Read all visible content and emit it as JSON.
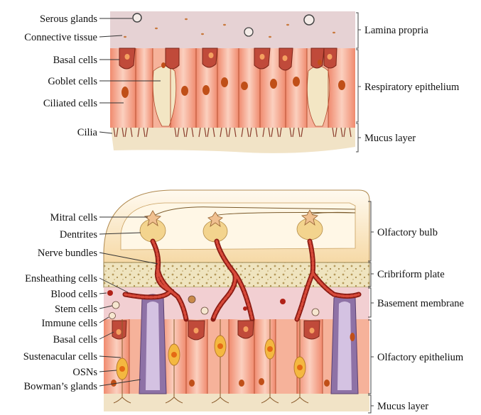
{
  "top_diagram": {
    "left_labels": [
      "Serous glands",
      "Connective tissue",
      "Basal cells",
      "Goblet cells",
      "Ciliated cells",
      "Cilia"
    ],
    "right_labels": [
      "Lamina propria",
      "Respiratory epithelium",
      "Mucus layer"
    ]
  },
  "bottom_diagram": {
    "left_labels": [
      "Mitral cells",
      "Dentrites",
      "Nerve bundles",
      "Ensheathing cells",
      "Blood cells",
      "Stem cells",
      "Immune cells",
      "Basal cells",
      "Sustenacular cells",
      "OSNs",
      "Bowman’s glands"
    ],
    "right_labels": [
      "Olfactory bulb",
      "Cribriform plate",
      "Basement membrane",
      "Olfactory epithelium",
      "Mucus layer"
    ]
  },
  "colors": {
    "lamina_propria": "#e6d2d4",
    "mucus": "#f1e3c6",
    "cell_fill": "#f6b29a",
    "nucleus": "#c44a1c",
    "goblet": "#f3e6c4",
    "olfactory_bulb": "#fbecd0",
    "nerve": "#9b2118",
    "bone": "#efe6c4",
    "basement": "#f2cfd2",
    "gland": "#8e72a6"
  }
}
